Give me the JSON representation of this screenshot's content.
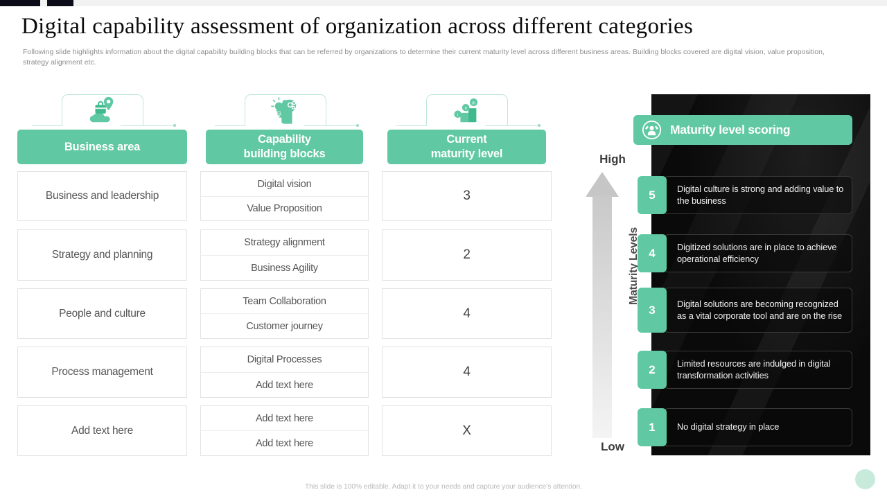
{
  "header": {
    "title": "Digital capability assessment of organization across different categories",
    "subtitle": "Following slide highlights information about the digital capability building blocks that can be referred by organizations to determine their current maturity level across different business areas. Building blocks covered are digital vision, value proposition, strategy alignment etc."
  },
  "colors": {
    "accent_green": "#60c8a3",
    "bracket_green": "#bfe6d8",
    "panel_dark": "#080808",
    "cell_border": "#e3e3e3",
    "corner_dot": "#c7eadd"
  },
  "table": {
    "columns": [
      {
        "icon": "briefcase-location-icon",
        "header": "Business area"
      },
      {
        "icon": "head-lightbulb-icon",
        "header": "Capability\nbuilding blocks"
      },
      {
        "icon": "podium-levels-icon",
        "header": "Current\nmaturity level"
      }
    ],
    "headers": {
      "business_area": "Business area",
      "capability_line1": "Capability",
      "capability_line2": "building blocks",
      "current_line1": "Current",
      "current_line2": "maturity level"
    },
    "rows": [
      {
        "business_area": "Business and leadership",
        "blocks": [
          "Digital vision",
          "Value Proposition"
        ],
        "maturity_level": "3"
      },
      {
        "business_area": "Strategy and planning",
        "blocks": [
          "Strategy alignment",
          "Business Agility"
        ],
        "maturity_level": "2"
      },
      {
        "business_area": "People and culture",
        "blocks": [
          "Team Collaboration",
          "Customer journey"
        ],
        "maturity_level": "4"
      },
      {
        "business_area": "Process management",
        "blocks": [
          "Digital Processes",
          "Add text here"
        ],
        "maturity_level": "4"
      },
      {
        "business_area": "Add text here",
        "blocks": [
          "Add text here",
          "Add text here"
        ],
        "maturity_level": "X"
      }
    ]
  },
  "arrow": {
    "high_label": "High",
    "low_label": "Low",
    "axis_label": "Maturity Levels"
  },
  "scoring": {
    "icon": "achievement-person-icon",
    "title": "Maturity level scoring",
    "levels": [
      {
        "score": "5",
        "description": "Digital culture is strong and adding value to the business"
      },
      {
        "score": "4",
        "description": "Digitized solutions are in place to achieve operational efficiency"
      },
      {
        "score": "3",
        "description": "Digital solutions are becoming recognized as a vital corporate tool and are on the rise"
      },
      {
        "score": "2",
        "description": "Limited resources are indulged in digital transformation activities"
      },
      {
        "score": "1",
        "description": "No digital strategy in place"
      }
    ]
  },
  "footer": {
    "note": "This slide is 100% editable. Adapt it to your needs and capture your audience's attention."
  }
}
